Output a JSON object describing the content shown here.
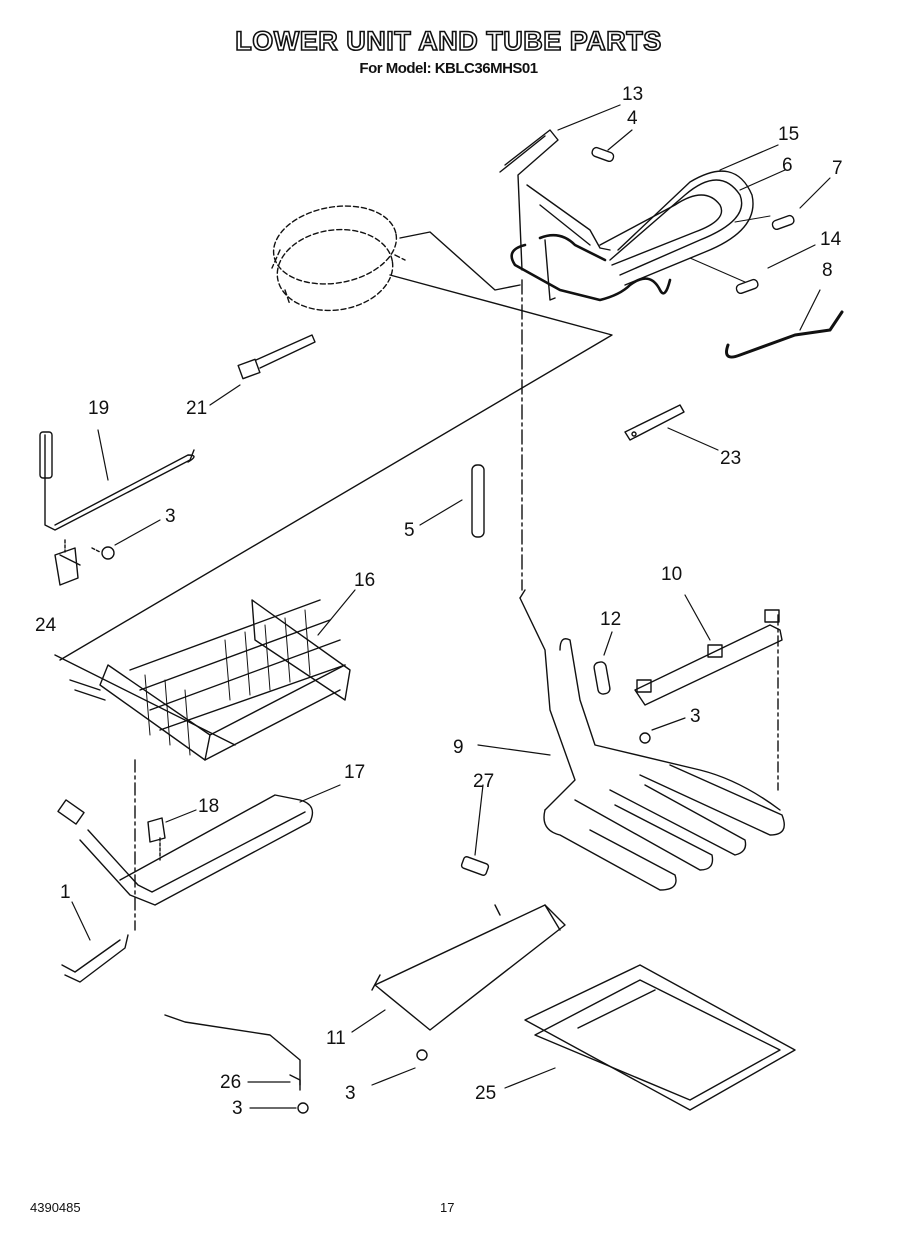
{
  "header": {
    "title": "LOWER UNIT AND TUBE PARTS",
    "subtitle": "For Model: KBLC36MHS01"
  },
  "footer": {
    "doc_number": "4390485",
    "page_number": "17"
  },
  "callouts": [
    "13",
    "4",
    "15",
    "6",
    "7",
    "14",
    "8",
    "21",
    "19",
    "3",
    "23",
    "5",
    "24",
    "16",
    "10",
    "12",
    "3",
    "9",
    "17",
    "27",
    "18",
    "1",
    "11",
    "26",
    "3",
    "3",
    "25"
  ]
}
